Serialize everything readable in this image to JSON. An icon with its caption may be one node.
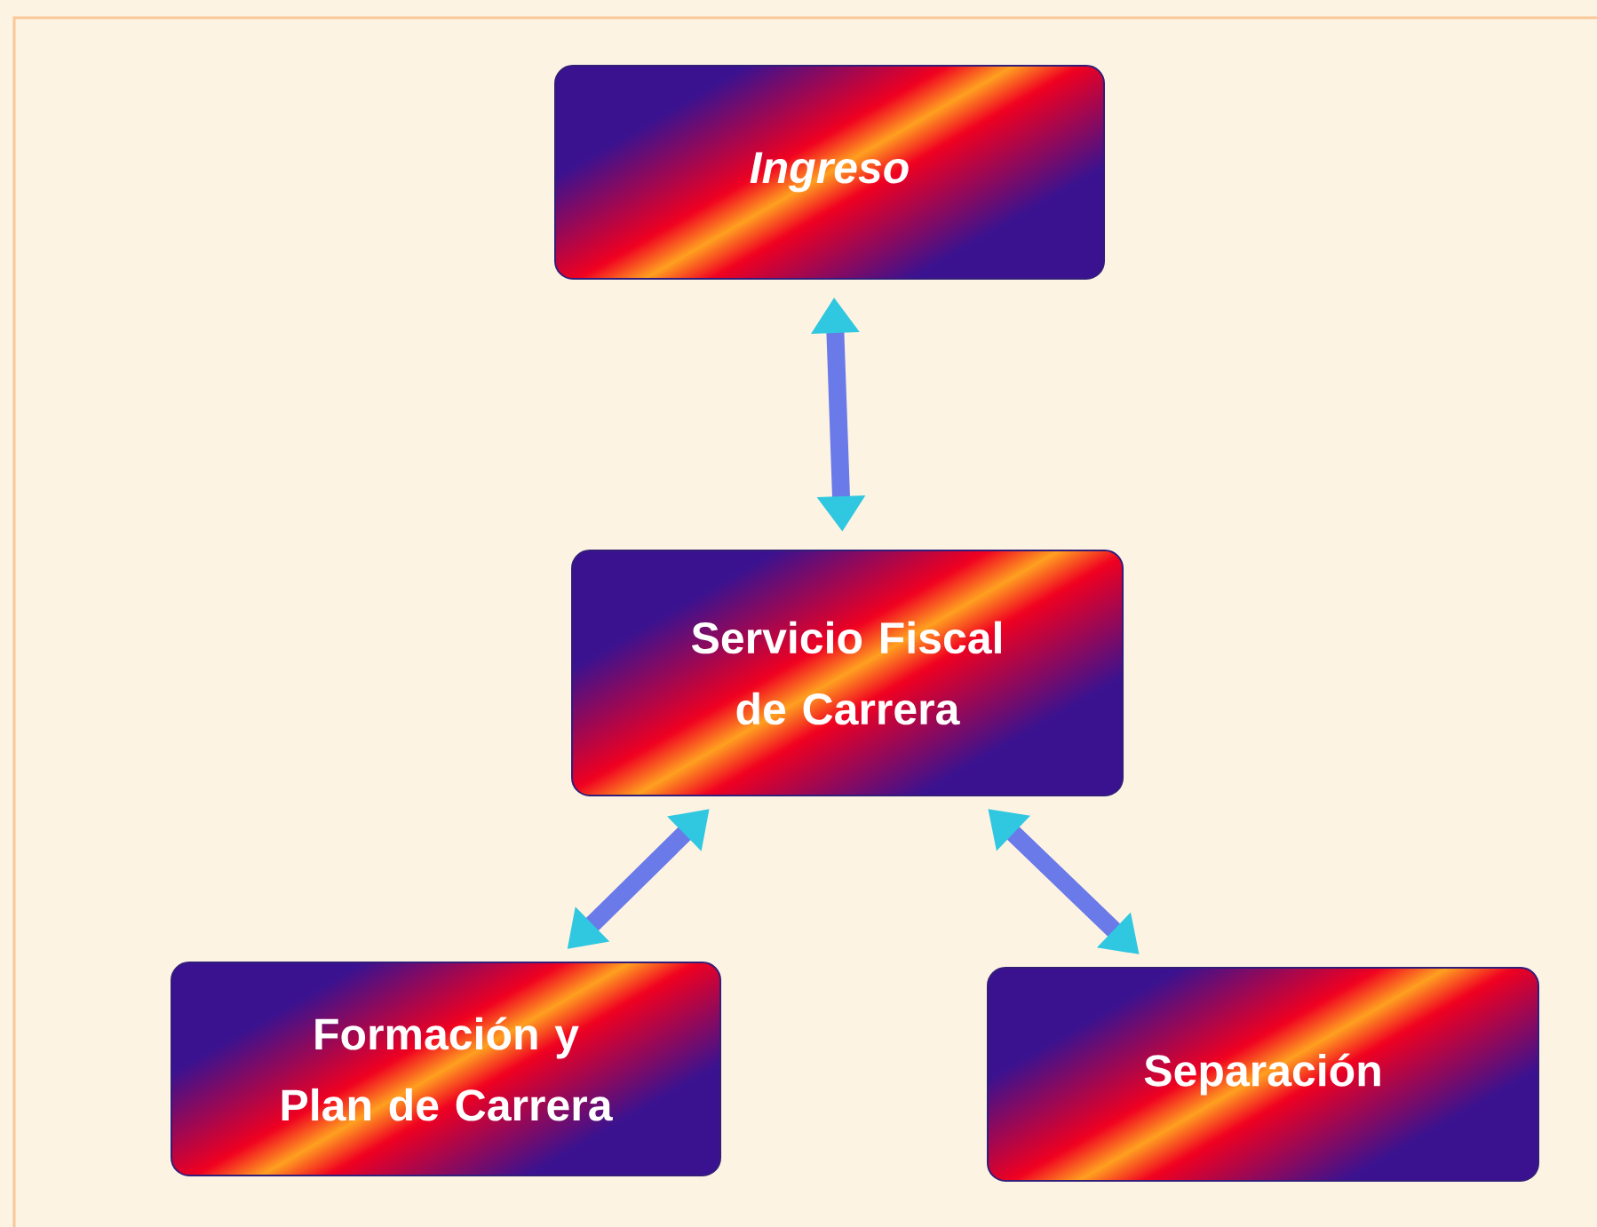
{
  "diagram": {
    "nodes": [
      {
        "text": [
          "Ingreso"
        ]
      },
      {
        "text": [
          "Servicio Fiscal de Carrera"
        ]
      },
      {
        "text": [
          "Formación y Plan de Carrera"
        ]
      },
      {
        "text": [
          "Separación"
        ]
      }
    ],
    "edges": [
      {
        "from": 1,
        "to": 0,
        "arrow": "both"
      },
      {
        "from": 1,
        "to": 2,
        "arrow": "both"
      },
      {
        "from": 1,
        "to": 3,
        "arrow": "both"
      }
    ]
  }
}
